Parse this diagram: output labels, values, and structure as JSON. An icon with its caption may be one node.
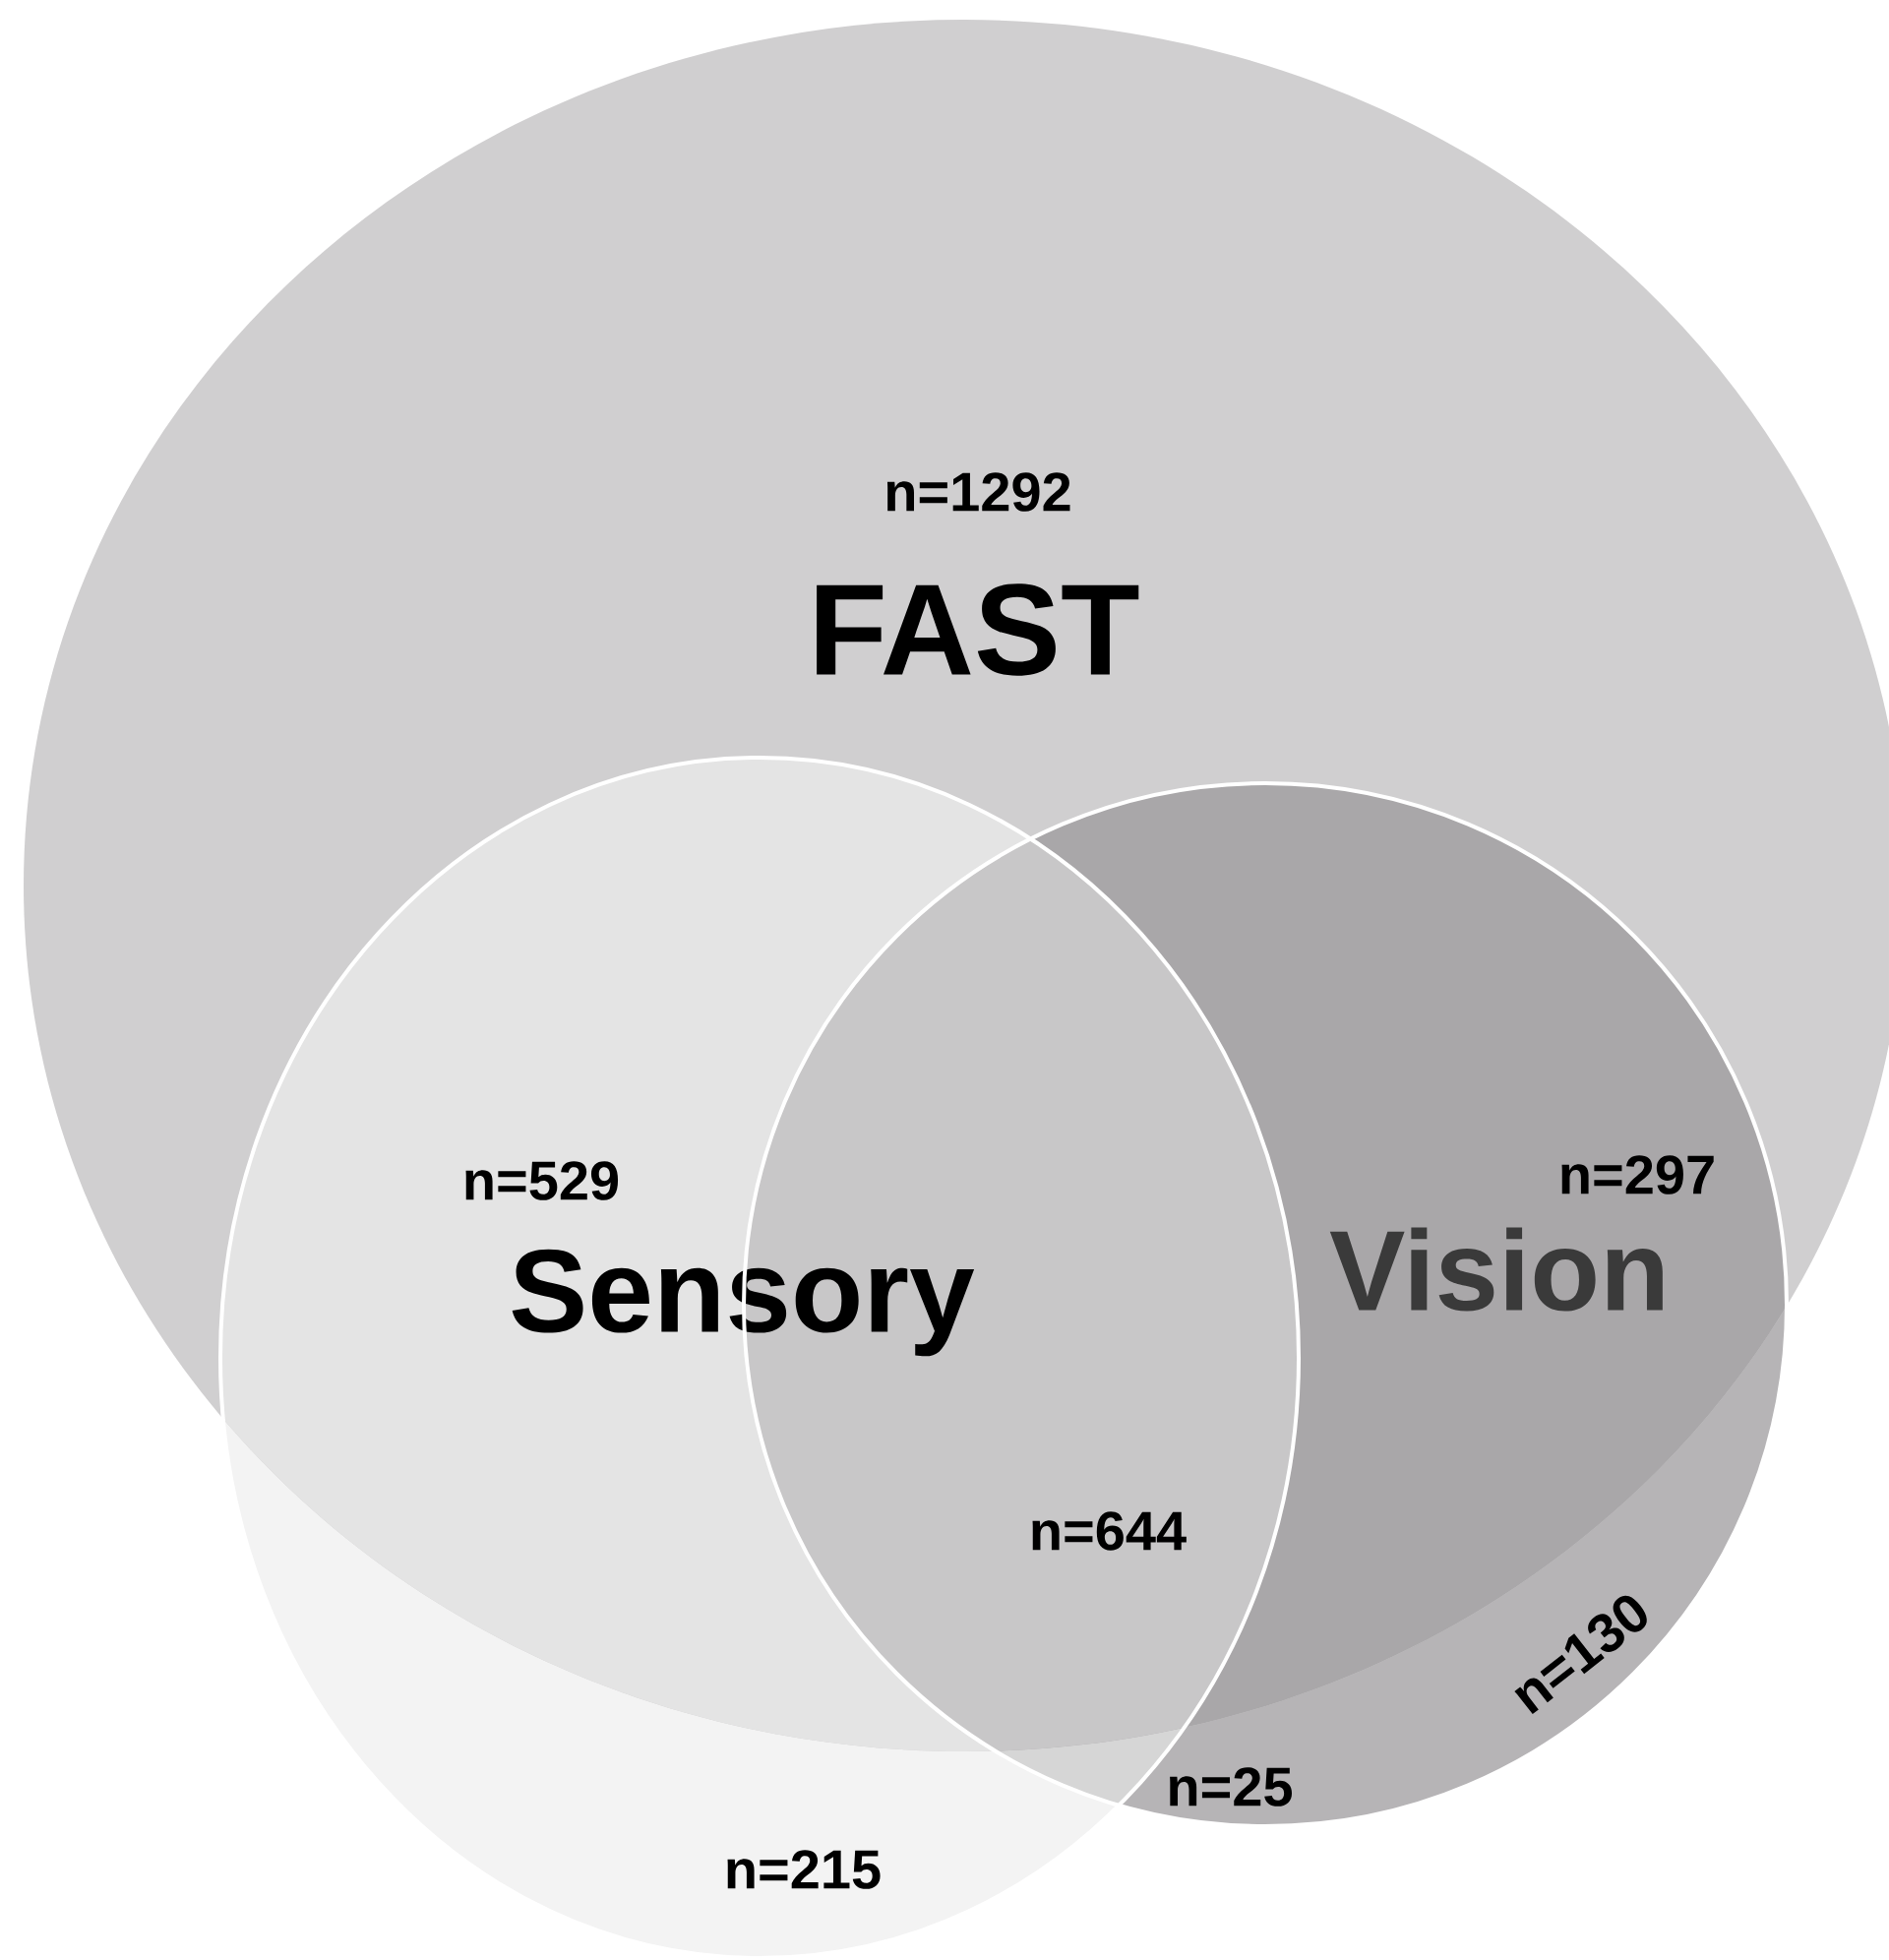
{
  "diagram": {
    "nodes": [
      {
        "text": [
          "n=1292",
          "FAST"
        ]
      },
      {
        "text": [
          "n=529",
          "Sensory"
        ]
      },
      {
        "text": [
          "n=297",
          "Vision"
        ]
      }
    ],
    "labels": [
      "n=644",
      "n=130",
      "n=25",
      "n=215"
    ]
  }
}
